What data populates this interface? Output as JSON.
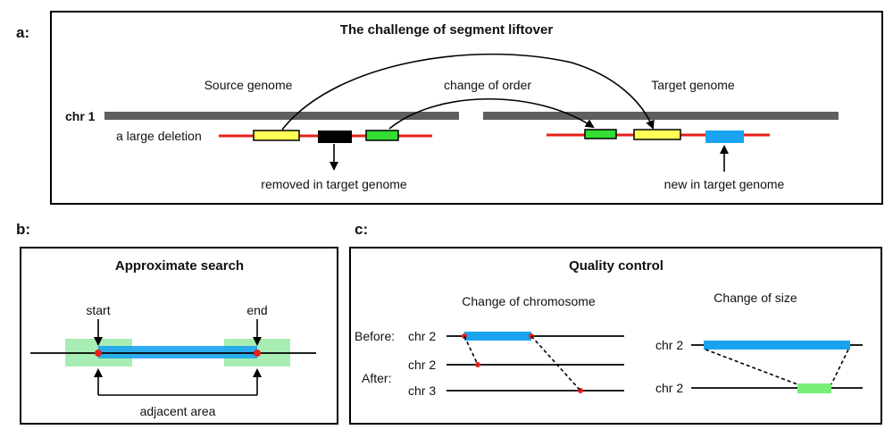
{
  "panel_a": {
    "label": "a:",
    "title": "The challenge of segment liftover",
    "source_genome": "Source genome",
    "target_genome": "Target genome",
    "change_of_order": "change of order",
    "chr_label": "chr 1",
    "large_deletion": "a large deletion",
    "removed_in_target": "removed in target genome",
    "new_in_target": "new in target genome"
  },
  "panel_b": {
    "label": "b:",
    "title": "Approximate search",
    "start": "start",
    "end": "end",
    "adjacent_area": "adjacent area"
  },
  "panel_c": {
    "label": "c:",
    "title": "Quality control",
    "change_of_chromosome": "Change of chromosome",
    "change_of_size": "Change of size",
    "before": "Before:",
    "after": "After:",
    "chr2_a": "chr 2",
    "chr2_b": "chr 2",
    "chr3": "chr 3",
    "chr2_c": "chr 2",
    "chr2_d": "chr 2"
  },
  "colors": {
    "chromosome_gray": "#5f5f5f",
    "red_line": "#e8201a",
    "yellow": "#ffff55",
    "green": "#33dd33",
    "blue": "#1aa3ee",
    "light_green": "#a8edb4",
    "light_green_c": "#77ee77",
    "black": "#000000"
  }
}
